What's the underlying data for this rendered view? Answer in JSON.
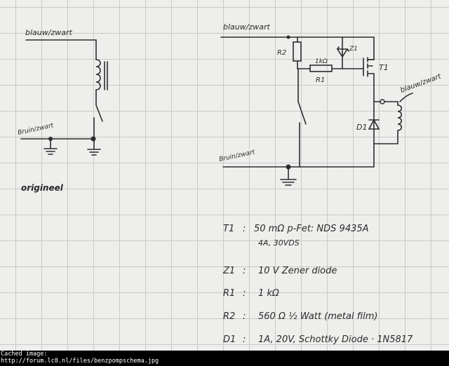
{
  "original_circuit": {
    "label_top": "blauw/zwart",
    "label_bottom": "Bruin/zwart",
    "title": "origineel"
  },
  "new_circuit": {
    "label_top": "blauw/zwart",
    "label_bottom": "Bruin/zwart",
    "label_output": "blauw/zwart",
    "r2": "R2",
    "r1": "R1",
    "r1_value": "1kΩ",
    "z1": "Z1",
    "t1": "T1",
    "d1": "D1"
  },
  "parts_list": [
    {
      "ref": "T1",
      "sep": ":",
      "desc": "50 mΩ p-Fet: NDS 9435A",
      "sub": "4A, 30VDS"
    },
    {
      "ref": "Z1",
      "sep": ":",
      "desc": "10 V Zener diode"
    },
    {
      "ref": "R1",
      "sep": ":",
      "desc": "1 kΩ"
    },
    {
      "ref": "R2",
      "sep": ":",
      "desc": "560 Ω ½ Watt (metal film)"
    },
    {
      "ref": "D1",
      "sep": ":",
      "desc": "1A, 20V, Schottky Diode · 1N5817"
    }
  ],
  "caption": {
    "line1": "Cached image:",
    "line2": "http://forum.lc8.nl/files/benzpompschema.jpg"
  }
}
